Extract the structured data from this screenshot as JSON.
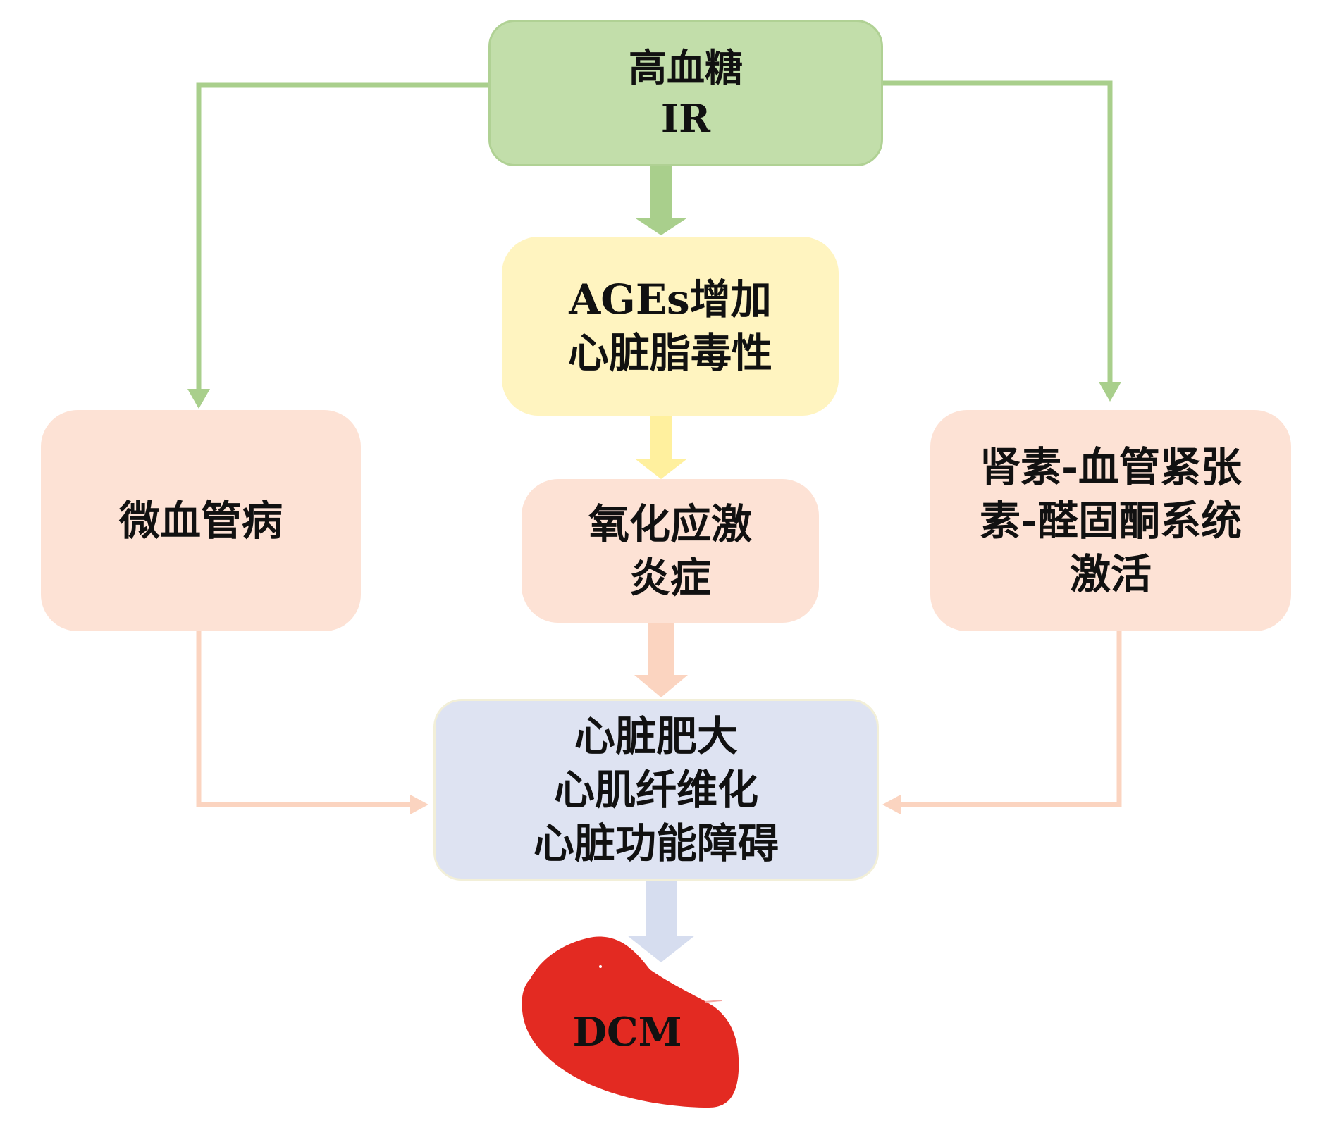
{
  "diagram": {
    "nodes": {
      "cause": {
        "lines": [
          "高血糖",
          "IR"
        ]
      },
      "ages": {
        "lines": [
          "AGEs增加",
          "心脏脂毒性"
        ]
      },
      "microvascular": {
        "lines": [
          "微血管病"
        ]
      },
      "oxidative": {
        "lines": [
          "氧化应激",
          "炎症"
        ]
      },
      "raas": {
        "lines": [
          "肾素-血管紧张",
          "素-醛固酮系统",
          "激活"
        ]
      },
      "outcome": {
        "lines": [
          "心脏肥大",
          "心肌纤维化",
          "心脏功能障碍"
        ]
      },
      "result": {
        "label": "DCM",
        "icon": "heart-icon"
      }
    },
    "colors": {
      "green": "#a9cf8c",
      "yellow": "#fff09e",
      "peach": "#fbd4c0",
      "blue": "#d6ddef",
      "heart": "#e32a22"
    }
  }
}
